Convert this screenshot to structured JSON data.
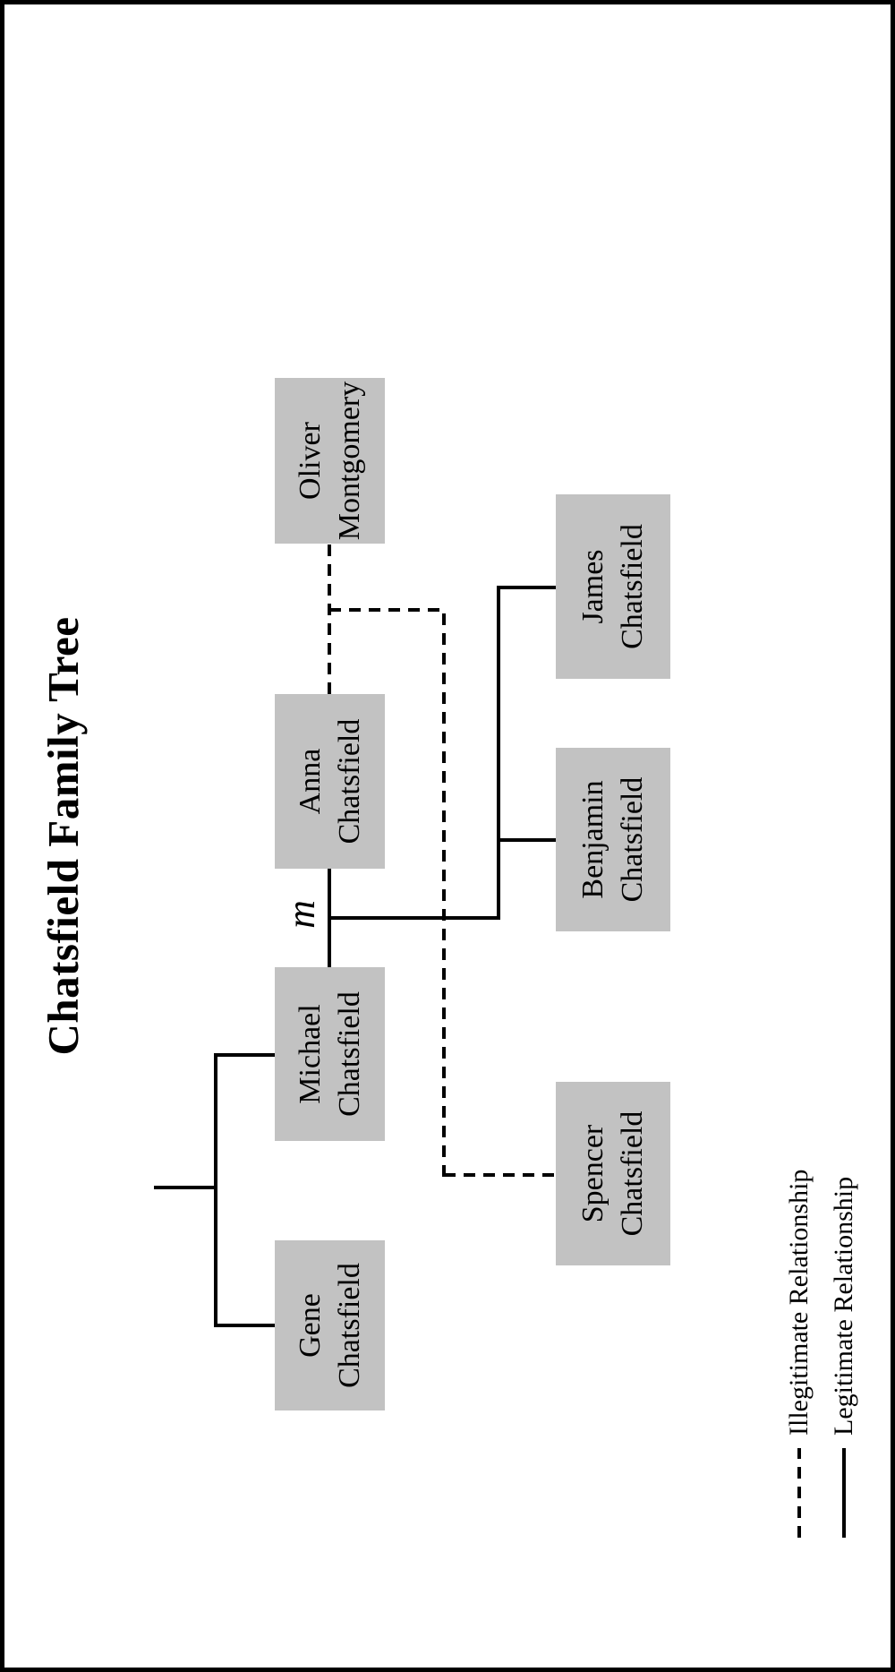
{
  "title": "Chatsfield Family Tree",
  "marriage_label": "m",
  "people": {
    "gene": {
      "line1": "Gene",
      "line2": "Chatsfield"
    },
    "michael": {
      "line1": "Michael",
      "line2": "Chatsfield"
    },
    "anna": {
      "line1": "Anna",
      "line2": "Chatsfield"
    },
    "oliver": {
      "line1": "Oliver",
      "line2": "Montgomery"
    },
    "spencer": {
      "line1": "Spencer",
      "line2": "Chatsfield"
    },
    "benjamin": {
      "line1": "Benjamin",
      "line2": "Chatsfield"
    },
    "james": {
      "line1": "James",
      "line2": "Chatsfield"
    }
  },
  "legend": [
    {
      "style": "dashed",
      "label": "Illegitimate Relationship"
    },
    {
      "style": "solid",
      "label": "Legitimate Relationship"
    }
  ],
  "colors": {
    "box_fill": "#c2c2c2",
    "line": "#000000",
    "background": "#ffffff"
  }
}
